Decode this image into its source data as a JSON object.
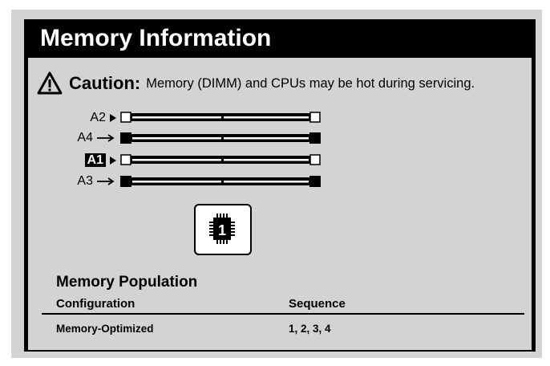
{
  "title": "Memory Information",
  "caution": {
    "label": "Caution:",
    "text": "Memory (DIMM) and CPUs may be hot during servicing.",
    "icon": "warning-triangle-icon"
  },
  "slots": [
    {
      "label": "A2",
      "arrow": "small",
      "type": "white",
      "highlighted": false
    },
    {
      "label": "A4",
      "arrow": "long",
      "type": "black",
      "highlighted": false
    },
    {
      "label": "A1",
      "arrow": "small",
      "type": "white",
      "highlighted": true
    },
    {
      "label": "A3",
      "arrow": "long",
      "type": "black",
      "highlighted": false
    }
  ],
  "cpu": {
    "number": "1",
    "icon": "cpu-chip-icon"
  },
  "population": {
    "title": "Memory Population",
    "headers": [
      "Configuration",
      "Sequence"
    ],
    "rows": [
      [
        "Memory-Optimized",
        "1, 2, 3, 4"
      ]
    ]
  }
}
